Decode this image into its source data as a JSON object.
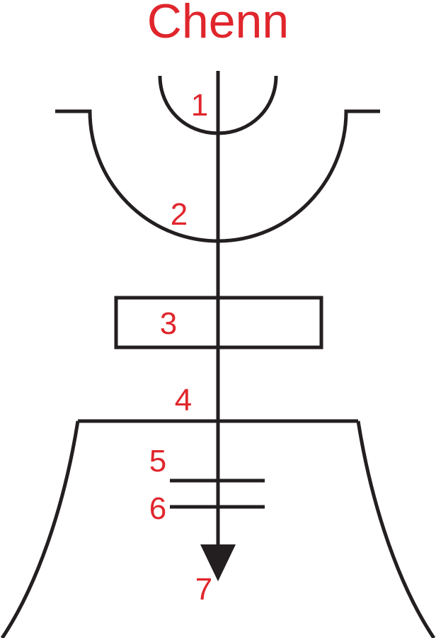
{
  "title": "Chenn",
  "labels": [
    "1",
    "2",
    "3",
    "4",
    "5",
    "6",
    "7"
  ],
  "colors": {
    "line": "#231f20",
    "text": "#e0262c",
    "background": "#ffffff"
  }
}
